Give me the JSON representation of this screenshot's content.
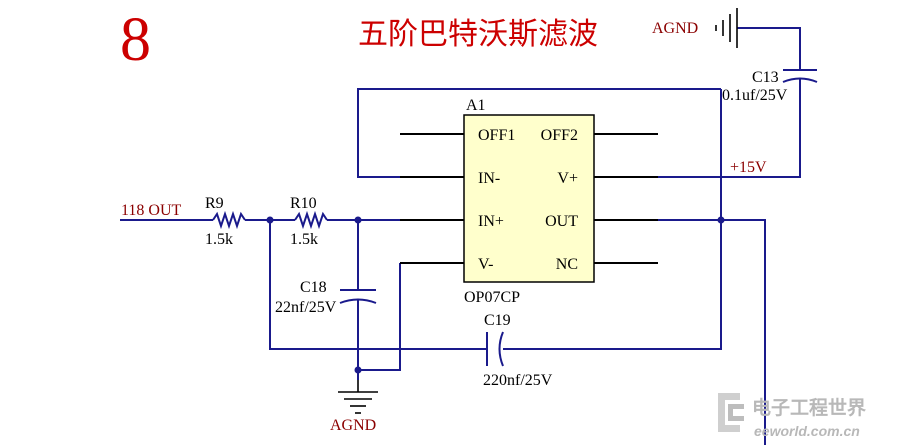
{
  "figure": {
    "number": "8",
    "title": "五阶巴特沃斯滤波"
  },
  "opamp": {
    "designator": "A1",
    "part": "OP07CP",
    "pins": [
      "OFF1",
      "OFF2",
      "IN-",
      "V+",
      "IN+",
      "OUT",
      "V-",
      "NC"
    ]
  },
  "components": {
    "r9": {
      "ref": "R9",
      "value": "1.5k"
    },
    "r10": {
      "ref": "R10",
      "value": "1.5k"
    },
    "c18": {
      "ref": "C18",
      "value": "22nf/25V"
    },
    "c19": {
      "ref": "C19",
      "value": "220nf/25V"
    },
    "c13": {
      "ref": "C13",
      "value": "0.1uf/25V"
    }
  },
  "nets": {
    "input": "118  OUT",
    "supply": "+15V",
    "ground_top": "AGND",
    "ground_bottom": "AGND"
  },
  "watermark": {
    "line1": "电子工程世界",
    "line2": "eeworld.com.cn"
  },
  "colors": {
    "wire": "#1a1a8c",
    "net_label": "#8b0000",
    "figure_number": "#cc0000",
    "watermark": "#b8b8b8"
  }
}
